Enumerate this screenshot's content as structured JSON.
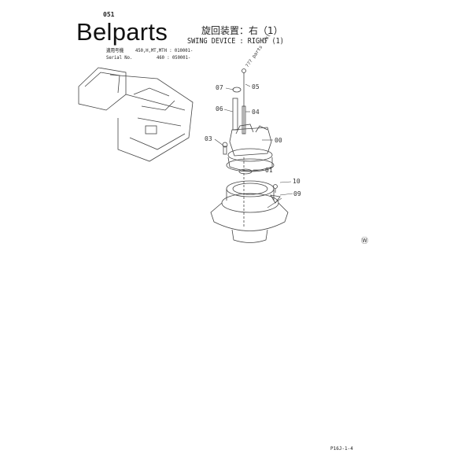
{
  "header": {
    "page_code": "051",
    "brand": "Belparts",
    "title_jp": "旋回装置：右（1）",
    "title_en": "SWING DEVICE : RIGHT (1)"
  },
  "applicability": [
    {
      "label": "適用号機",
      "model": "450,H,MT,MTH : 010001-"
    },
    {
      "label": "Serial No.",
      "model": "460 : 050001-"
    }
  ],
  "diagram": {
    "callouts": [
      "07",
      "05",
      "06",
      "04",
      "03",
      "00",
      "01",
      "10",
      "09"
    ],
    "note": "??? parts list",
    "symbol": "Ⓦ"
  },
  "footer": {
    "page_ref": "P16J-1-4"
  }
}
